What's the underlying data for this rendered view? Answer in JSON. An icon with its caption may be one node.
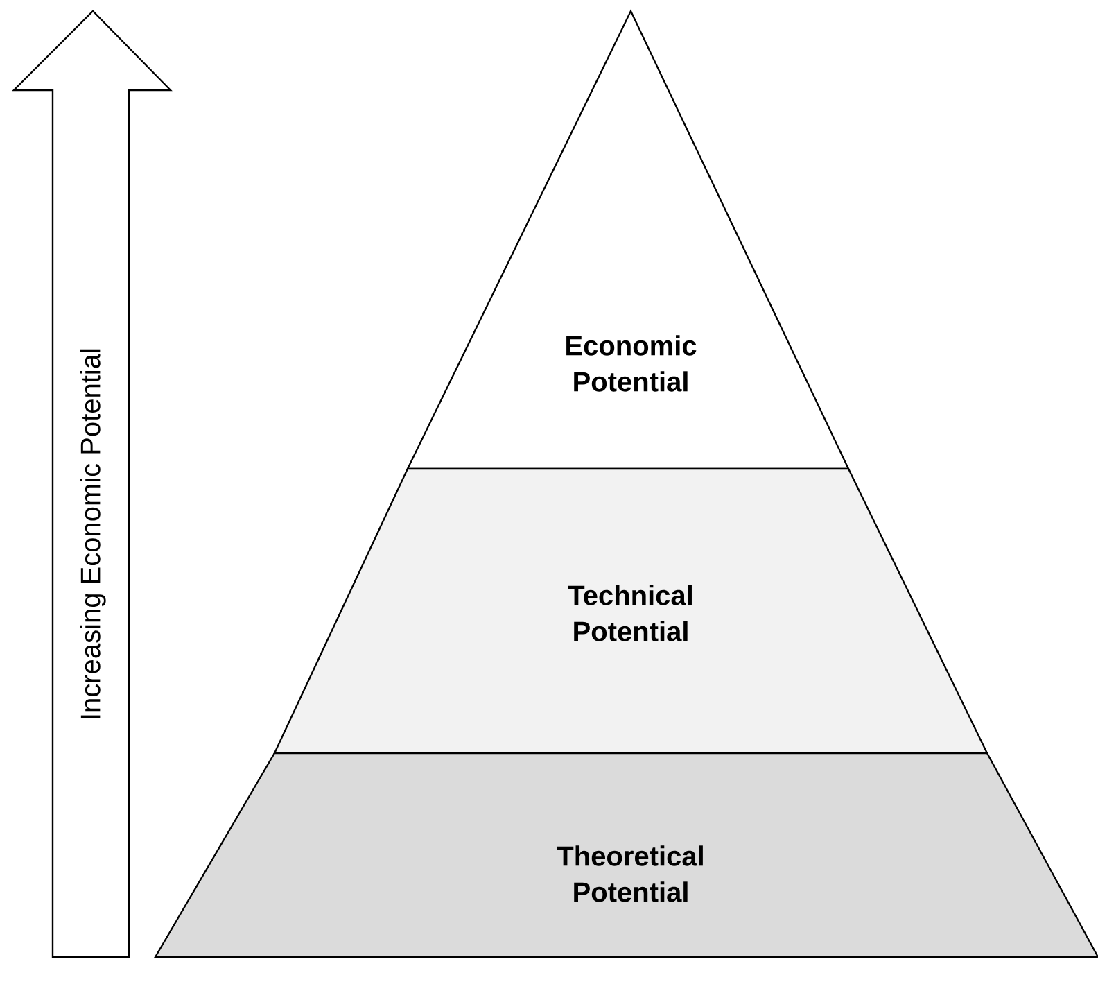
{
  "diagram": {
    "nodes": [
      {
        "text": [
          "Economic Potential"
        ]
      },
      {
        "text": [
          "Technical Potential"
        ]
      },
      {
        "text": [
          "Theoretical Potential"
        ]
      }
    ],
    "labels": [
      "Increasing Economic Potential"
    ]
  }
}
